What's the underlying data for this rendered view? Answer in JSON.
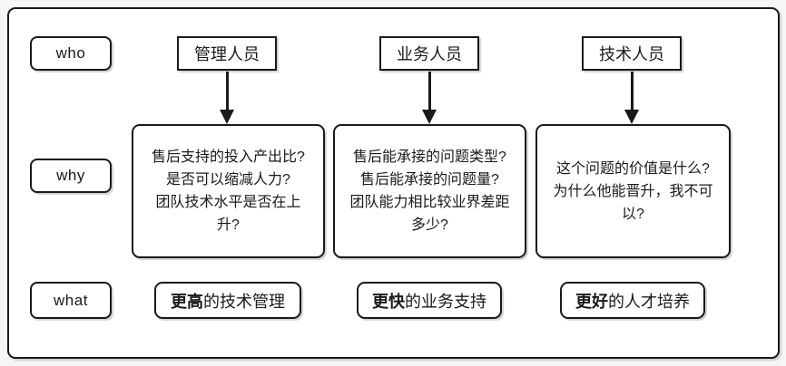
{
  "labels": {
    "who": "who",
    "why": "why",
    "what": "what"
  },
  "columns": [
    {
      "who": "管理人员",
      "why_lines": [
        "售后支持的投入产出比?",
        "是否可以缩减人力?",
        "团队技术水平是否在上",
        "升?"
      ],
      "what": {
        "emphasis": "更高",
        "rest": "的技术管理"
      }
    },
    {
      "who": "业务人员",
      "why_lines": [
        "售后能承接的问题类型?",
        "售后能承接的问题量?",
        "团队能力相比较业界差距",
        "多少?"
      ],
      "what": {
        "emphasis": "更快",
        "rest": "的业务支持"
      }
    },
    {
      "who": "技术人员",
      "why_lines": [
        "这个问题的价值是什么?",
        "为什么他能晋升，我不可",
        "以?"
      ],
      "what": {
        "emphasis": "更好",
        "rest": "的人才培养"
      }
    }
  ],
  "colors": {
    "ink": "#1a1a1a",
    "panel_bg": "#ffffff",
    "page_bg": "#f5f6f7"
  }
}
